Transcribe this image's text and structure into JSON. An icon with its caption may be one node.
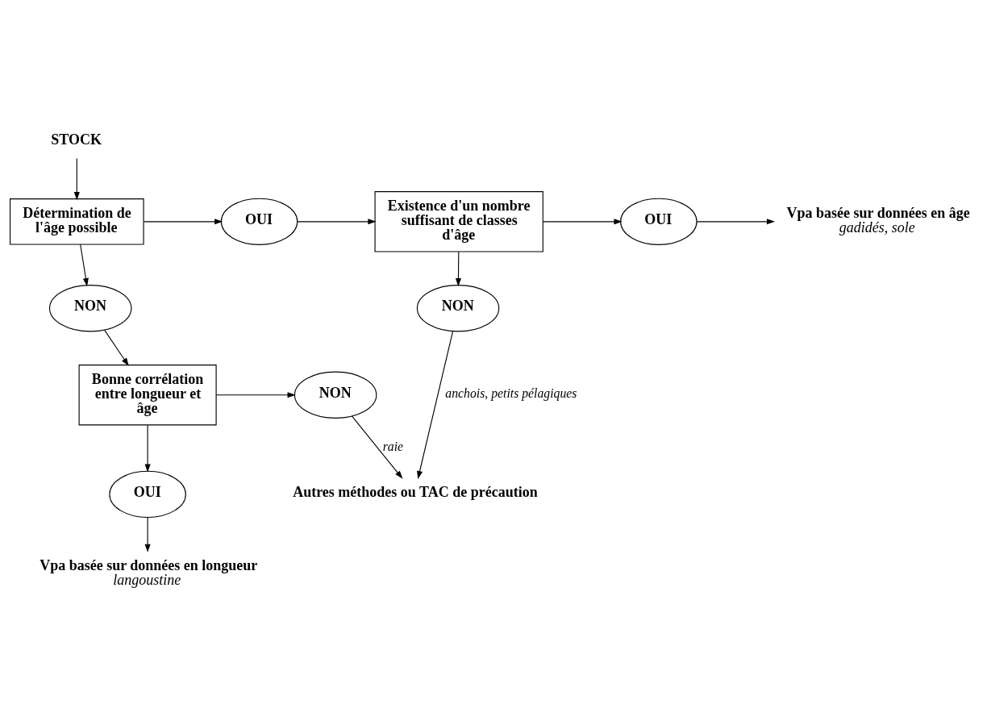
{
  "diagram": {
    "nodes": [
      {
        "text": [
          "STOCK"
        ]
      },
      {
        "text": [
          "Détermination de l'âge possible"
        ]
      },
      {
        "text": [
          "OUI"
        ]
      },
      {
        "text": [
          "Existence d'un nombre suffisant de classes d'âge"
        ]
      },
      {
        "text": [
          "OUI"
        ]
      },
      {
        "text": [
          "Vpa basée sur données en âge",
          "gadidés, sole"
        ]
      },
      {
        "text": [
          "NON"
        ]
      },
      {
        "text": [
          "Bonne corrélation entre longueur et âge"
        ]
      },
      {
        "text": [
          "NON"
        ]
      },
      {
        "text": [
          "NON"
        ]
      },
      {
        "text": [
          "Autres méthodes ou TAC de précaution"
        ]
      },
      {
        "text": [
          "OUI"
        ]
      },
      {
        "text": [
          "Vpa basée sur données en longueur",
          "langoustine"
        ]
      }
    ],
    "edges": [
      {
        "from": 0,
        "to": 1,
        "arrow": "to"
      },
      {
        "from": 1,
        "to": 2,
        "arrow": "to"
      },
      {
        "from": 2,
        "to": 3,
        "arrow": "to"
      },
      {
        "from": 3,
        "to": 4,
        "arrow": "to"
      },
      {
        "from": 4,
        "to": 5,
        "arrow": "to"
      },
      {
        "from": 1,
        "to": 6,
        "arrow": "to"
      },
      {
        "from": 6,
        "to": 7,
        "arrow": "to"
      },
      {
        "from": 3,
        "to": 9,
        "arrow": "to"
      },
      {
        "from": 9,
        "to": 10,
        "arrow": "to",
        "label": "anchois, petits pélagiques"
      },
      {
        "from": 7,
        "to": 8,
        "arrow": "to"
      },
      {
        "from": 8,
        "to": 10,
        "arrow": "to",
        "label": "raie"
      },
      {
        "from": 7,
        "to": 11,
        "arrow": "to"
      },
      {
        "from": 11,
        "to": 12,
        "arrow": "to"
      }
    ]
  }
}
